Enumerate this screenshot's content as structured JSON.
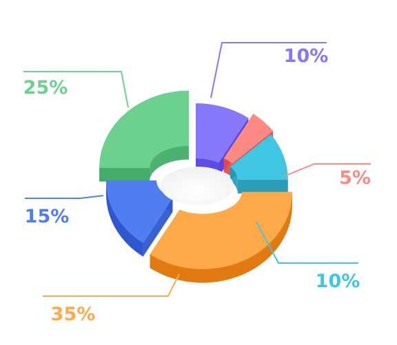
{
  "chart_data": {
    "type": "pie",
    "style": "3d-exploded-donut",
    "categories": [
      "purple",
      "red",
      "cyan",
      "orange",
      "blue",
      "green"
    ],
    "values": [
      10,
      5,
      10,
      35,
      15,
      25
    ],
    "labels": [
      "10%",
      "5%",
      "10%",
      "35%",
      "15%",
      "25%"
    ],
    "legend": "none",
    "colors": {
      "top": [
        "#8777FA",
        "#FF8A83",
        "#3FC6E2",
        "#FFAA4A",
        "#507EF0",
        "#6CD08F"
      ],
      "side": [
        "#4A3BE0",
        "#E04848",
        "#2398B5",
        "#E27A12",
        "#2F58D0",
        "#3AA862"
      ]
    }
  }
}
